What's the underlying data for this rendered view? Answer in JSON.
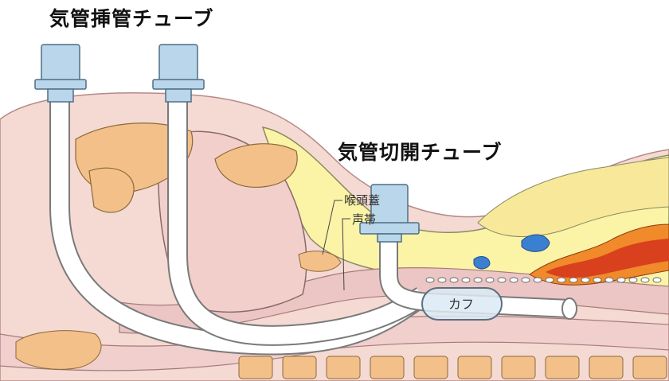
{
  "labels": {
    "endotracheal_tube": "気管挿管チューブ",
    "tracheostomy_tube": "気管切開チューブ",
    "epiglottis": "喉頭蓋",
    "vocal_cords": "声帯",
    "cuff": "カフ"
  },
  "colors": {
    "background": "#ffffff",
    "skin": "#f5d9d3",
    "tissue_yellow": "#fbf3a6",
    "bone": "#f3c089",
    "bone_spots": "#d9964f",
    "mucosa": "#ecc6c4",
    "tube_fill": "#ffffff",
    "tube_stroke": "#7a7a7a",
    "connector": "#b9d6ea",
    "vessel_blue": "#3b7fd1",
    "organ_red": "#d8401e",
    "organ_orange": "#f08a2a"
  }
}
